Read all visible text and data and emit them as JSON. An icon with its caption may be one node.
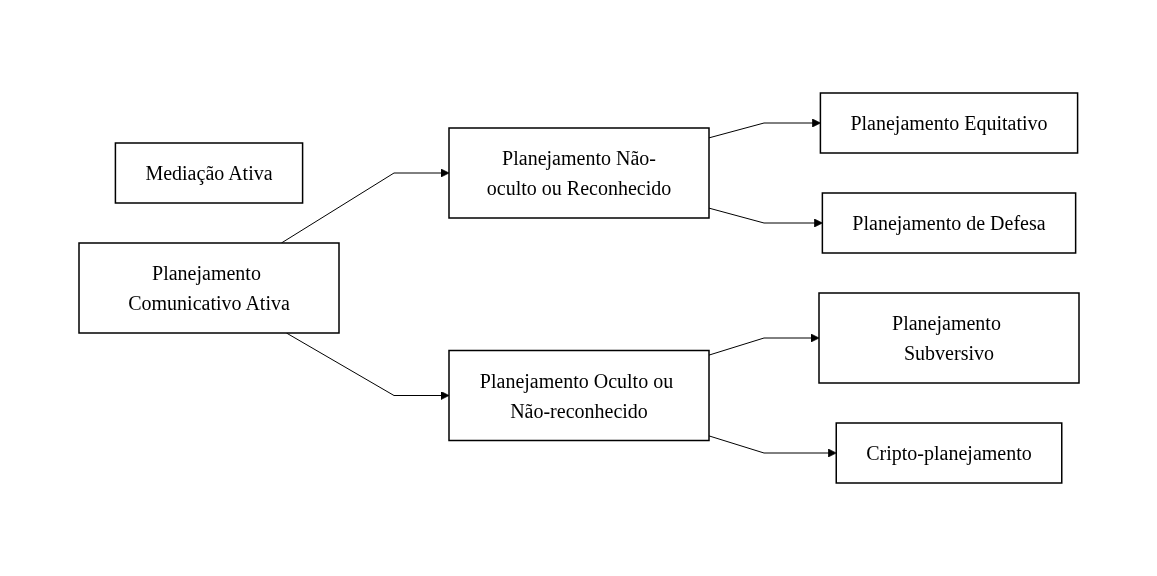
{
  "diagram": {
    "nodes": [
      {
        "text": [
          "Mediação Ativa"
        ]
      },
      {
        "text": [
          "Planejamento Comunicativo Ativa"
        ]
      },
      {
        "text": [
          "Planejamento Não-oculto ou Reconhecido"
        ]
      },
      {
        "text": [
          "Planejamento Oculto ou Não-reconhecido"
        ]
      },
      {
        "text": [
          "Planejamento Equitativo"
        ]
      },
      {
        "text": [
          "Planejamento de Defesa"
        ]
      },
      {
        "text": [
          "Planejamento Subversivo"
        ]
      },
      {
        "text": [
          "Cripto-planejamento"
        ]
      }
    ],
    "edges": [
      {
        "from": 1,
        "to": 2,
        "arrow": "to"
      },
      {
        "from": 1,
        "to": 3,
        "arrow": "to"
      },
      {
        "from": 2,
        "to": 4,
        "arrow": "to"
      },
      {
        "from": 2,
        "to": 5,
        "arrow": "to"
      },
      {
        "from": 3,
        "to": 6,
        "arrow": "to"
      },
      {
        "from": 3,
        "to": 7,
        "arrow": "to"
      }
    ]
  }
}
